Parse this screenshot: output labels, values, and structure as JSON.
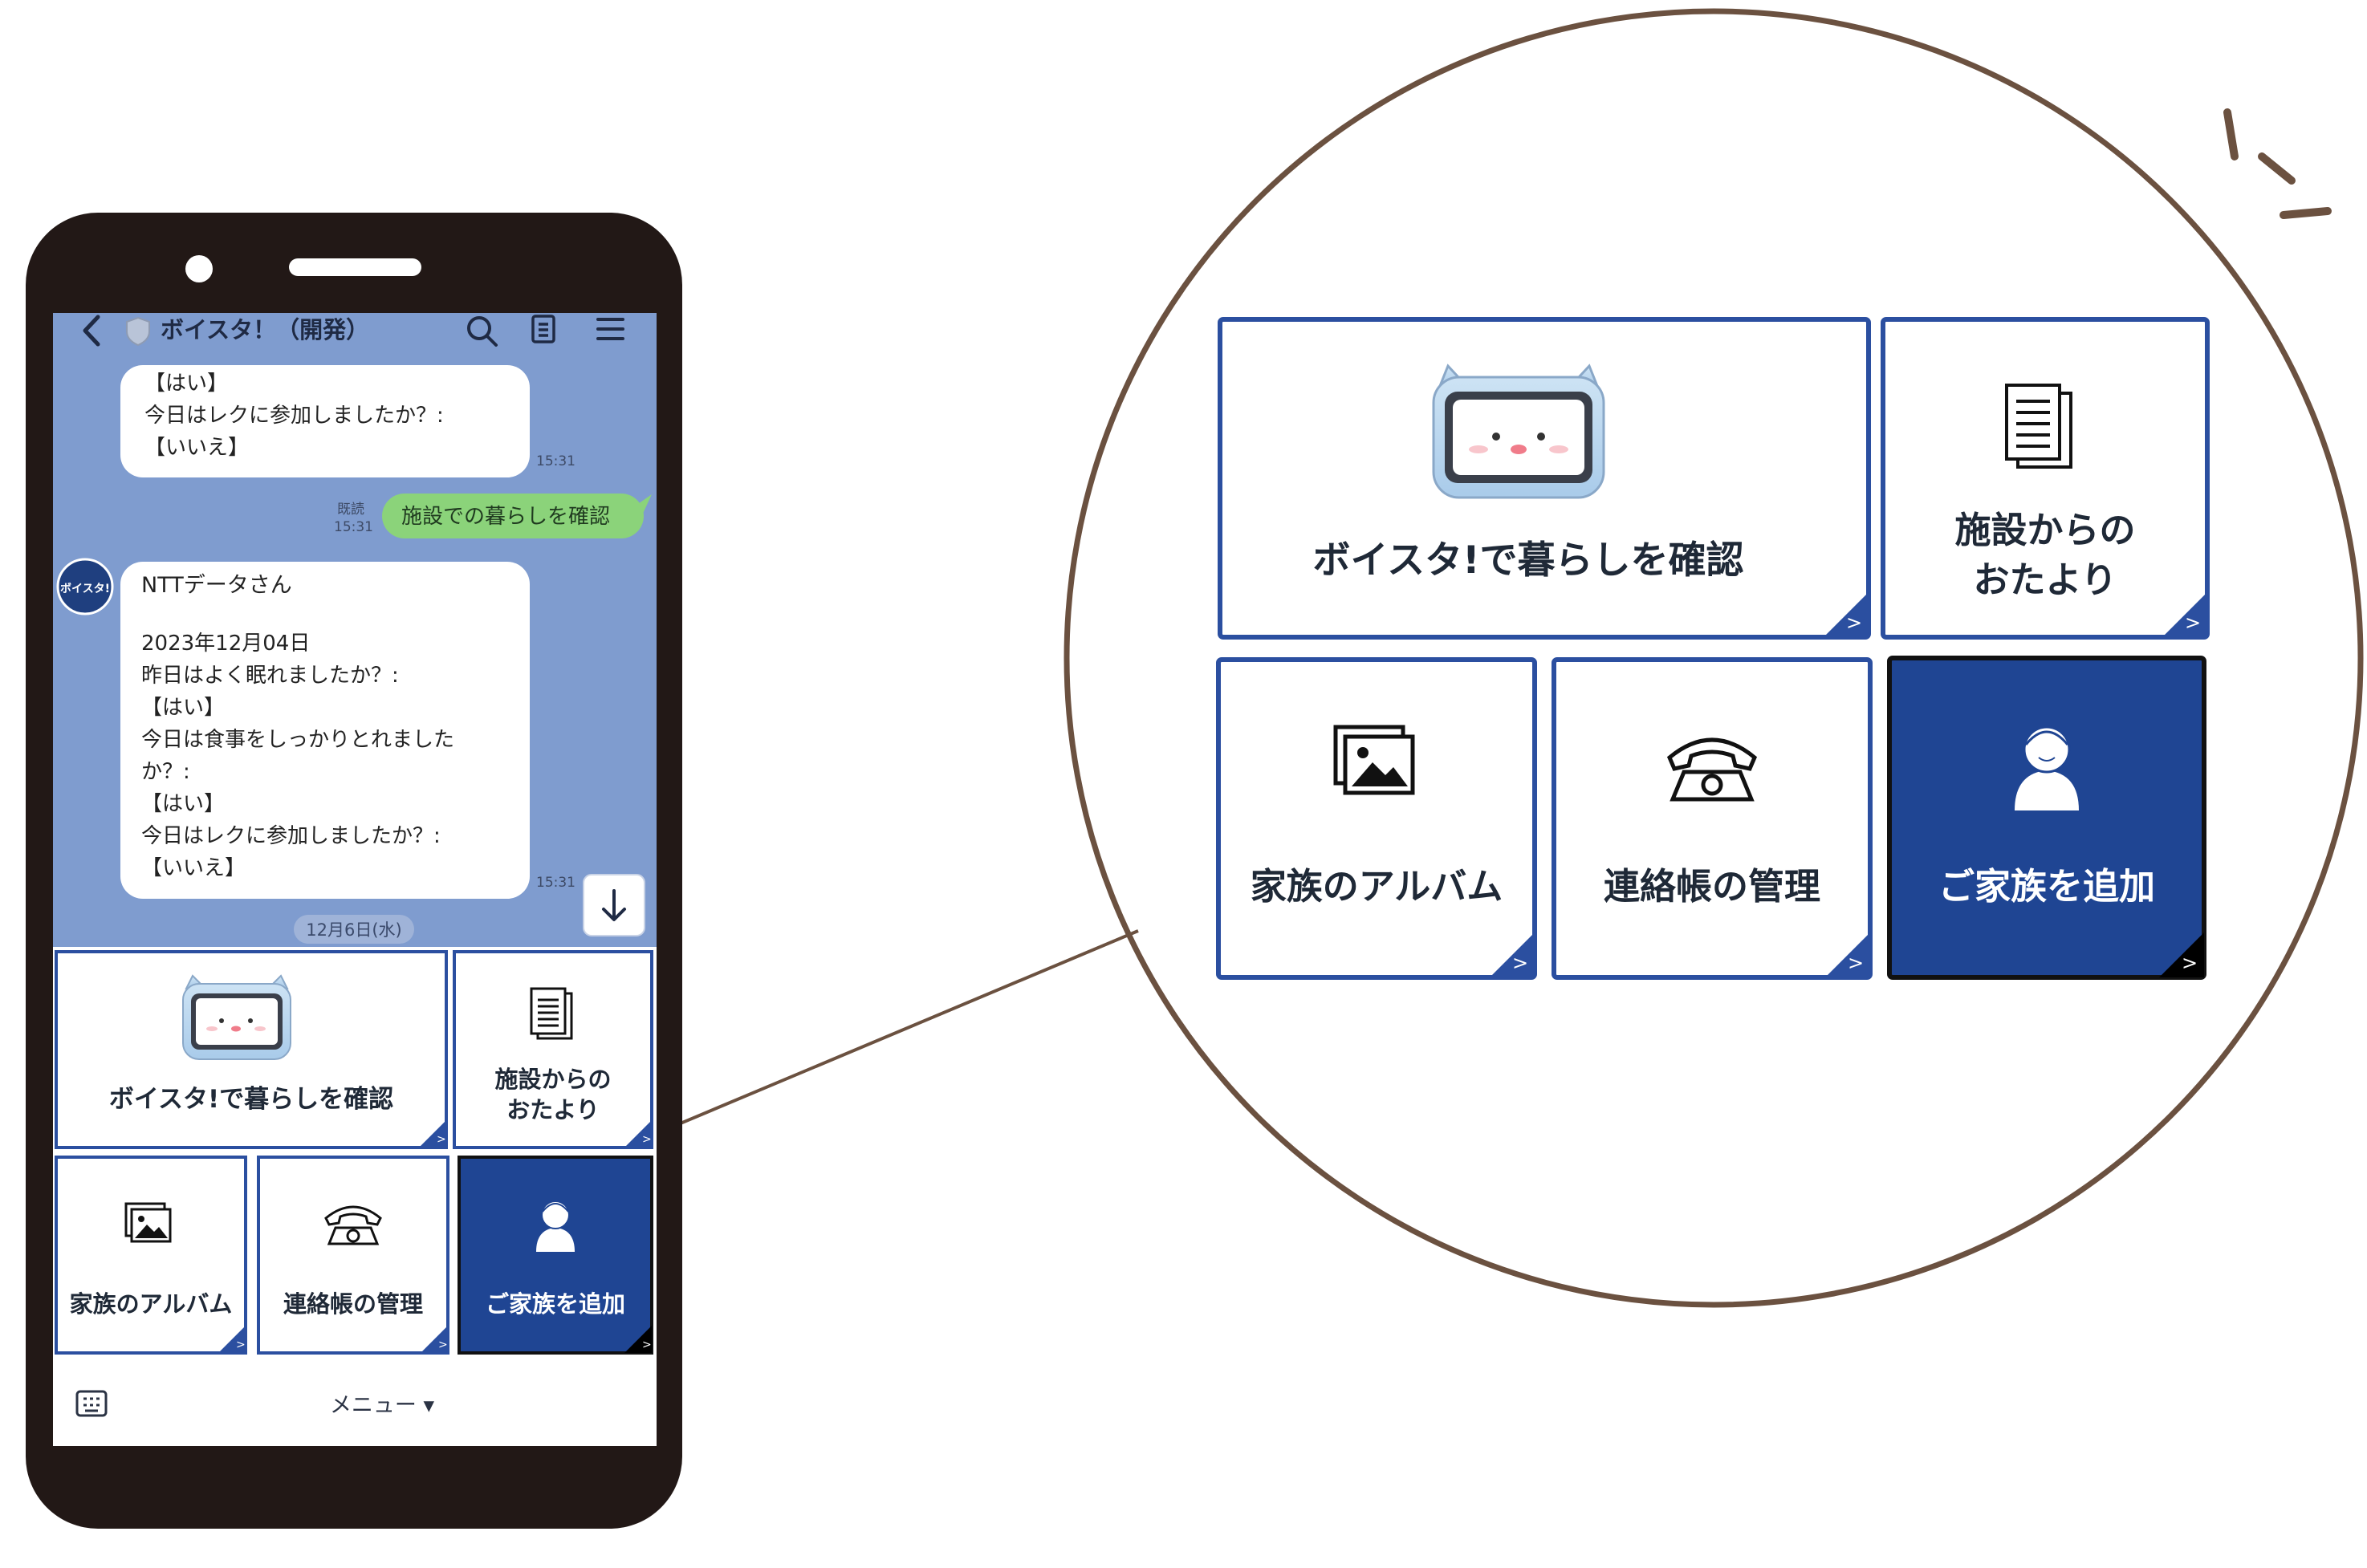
{
  "app": {
    "title": "ボイスタ！（開発）"
  },
  "chat": {
    "prev_message": {
      "lines": [
        "【はい】",
        "今日はレクに参加しましたか？:",
        "【いいえ】"
      ],
      "time": "15:31"
    },
    "sent_message": {
      "text": "施設での暮らしを確認",
      "read_label": "既読",
      "time": "15:31"
    },
    "bot_avatar_label": "ボイスタ!",
    "bot_message": {
      "sender": "NTTデータさん",
      "lines": [
        "2023年12月04日",
        "昨日はよく眠れましたか？:",
        "【はい】",
        "今日は食事をしっかりとれました",
        "か？:",
        "【はい】",
        "今日はレクに参加しましたか？:",
        "【いいえ】"
      ],
      "time": "15:31"
    },
    "date_chip": "12月6日(水)"
  },
  "rich_menu": {
    "tiles": [
      {
        "label_lines": [
          "ボイスタ!で暮らしを確認"
        ],
        "icon": "tablet-robot-icon"
      },
      {
        "label_lines": [
          "施設からの",
          "おたより"
        ],
        "icon": "document-icon"
      },
      {
        "label_lines": [
          "家族のアルバム"
        ],
        "icon": "album-icon"
      },
      {
        "label_lines": [
          "連絡帳の管理"
        ],
        "icon": "telephone-icon"
      },
      {
        "label_lines": [
          "ご家族を追加"
        ],
        "icon": "person-add-icon"
      }
    ],
    "arrow": ">"
  },
  "bottom_bar": {
    "menu_label": "メニュー ▾"
  },
  "colors": {
    "chat_background": "#7f9ccf",
    "tile_border": "#2b4fa0",
    "accent_tile": "#1f4593",
    "sent_bubble": "#8bd37a",
    "phone_body": "#221816",
    "callout": "#6b5140"
  }
}
